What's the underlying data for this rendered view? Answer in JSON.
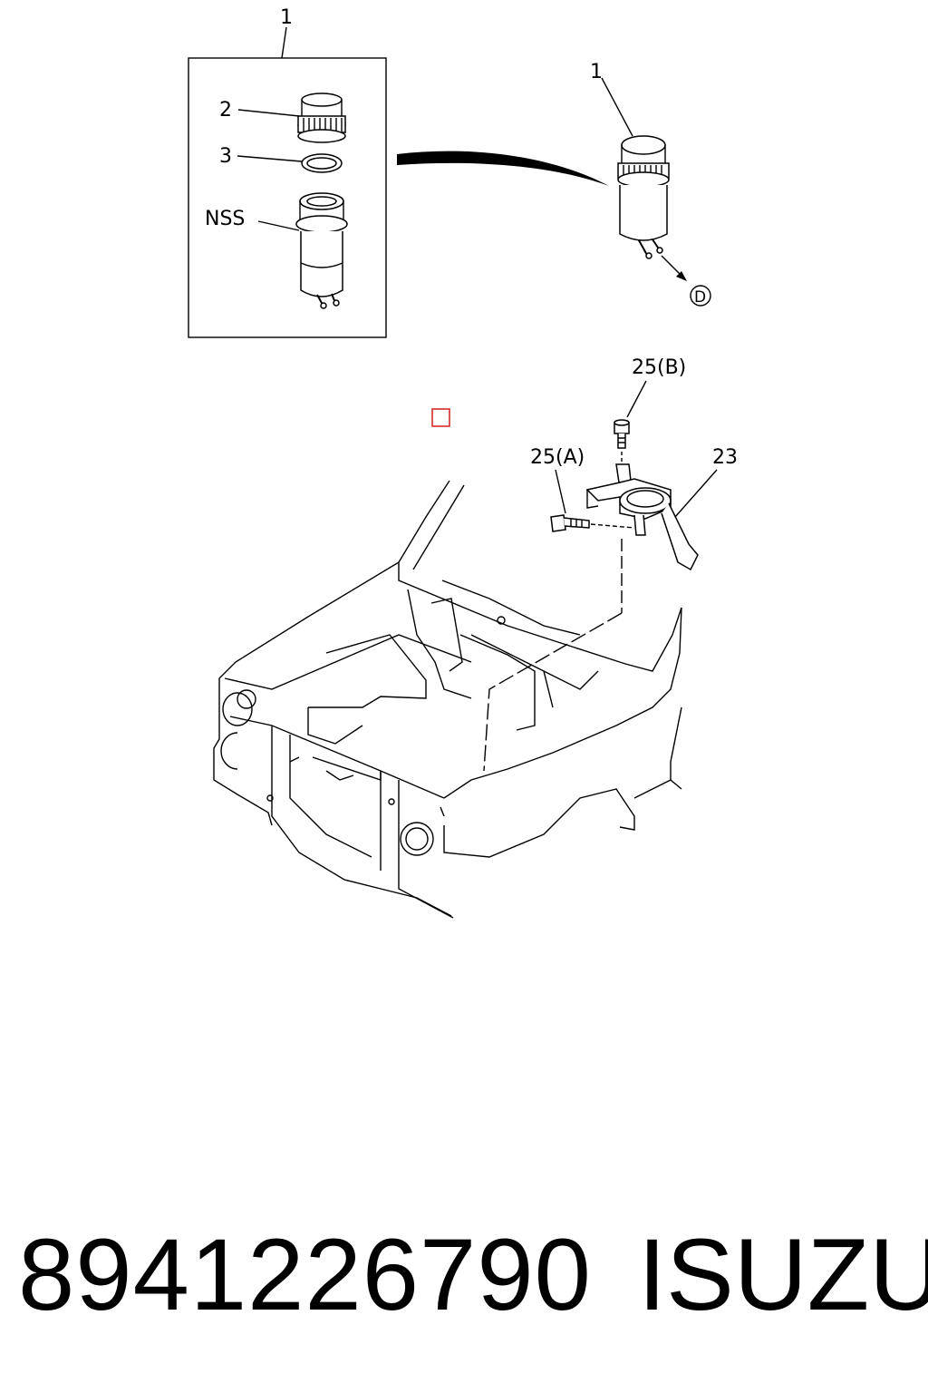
{
  "callouts": {
    "inset_part": "1",
    "cap": "2",
    "seal": "3",
    "reservoir_nss": "NSS",
    "reservoir_assembled": "1",
    "connector_d": "D",
    "bolt_b": "25(B)",
    "bolt_a": "25(A)",
    "bracket": "23"
  },
  "footer": {
    "part_number": "8941226790",
    "brand": "ISUZU"
  },
  "colors": {
    "line": "#000000",
    "marker": "#d62b2b",
    "background": "#ffffff"
  }
}
